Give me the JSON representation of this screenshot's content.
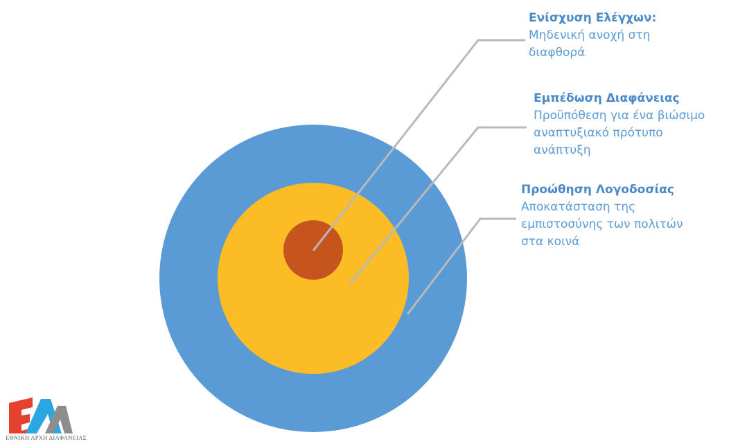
{
  "colors": {
    "outer_ring": "#5b9bd5",
    "middle_ring": "#fbbc25",
    "inner_core": "#c5551c",
    "leader_line": "#b9b9b9",
    "text": "#5b9bd5",
    "title_text": "#4a8ac8",
    "logo_red": "#e5412f",
    "logo_blue": "#2aa7e0",
    "logo_gray": "#8d8d8d"
  },
  "icons": {
    "logo": "eaa-logo-mark"
  },
  "callouts": [
    {
      "title": "Ενίσχυση Ελέγχων:",
      "description": "Μηδενική ανοχή στη\nδιαφθορά"
    },
    {
      "title": "Εμπέδωση Διαφάνειας",
      "description": "Προϋπόθεση για ένα βιώσιμο\nαναπτυξιακό πρότυπο\nανάπτυξη"
    },
    {
      "title": "Προώθηση Λογοδοσίας",
      "description": "Αποκατάσταση της\nεμπιστοσύνης των πολιτών\nστα κοινά"
    }
  ],
  "logo": {
    "letters": "ΕΑΔ",
    "caption": "ΕΘΝΙΚΗ ΑΡΧΗ ΔΙΑΦΑΝΕΙΑΣ"
  }
}
